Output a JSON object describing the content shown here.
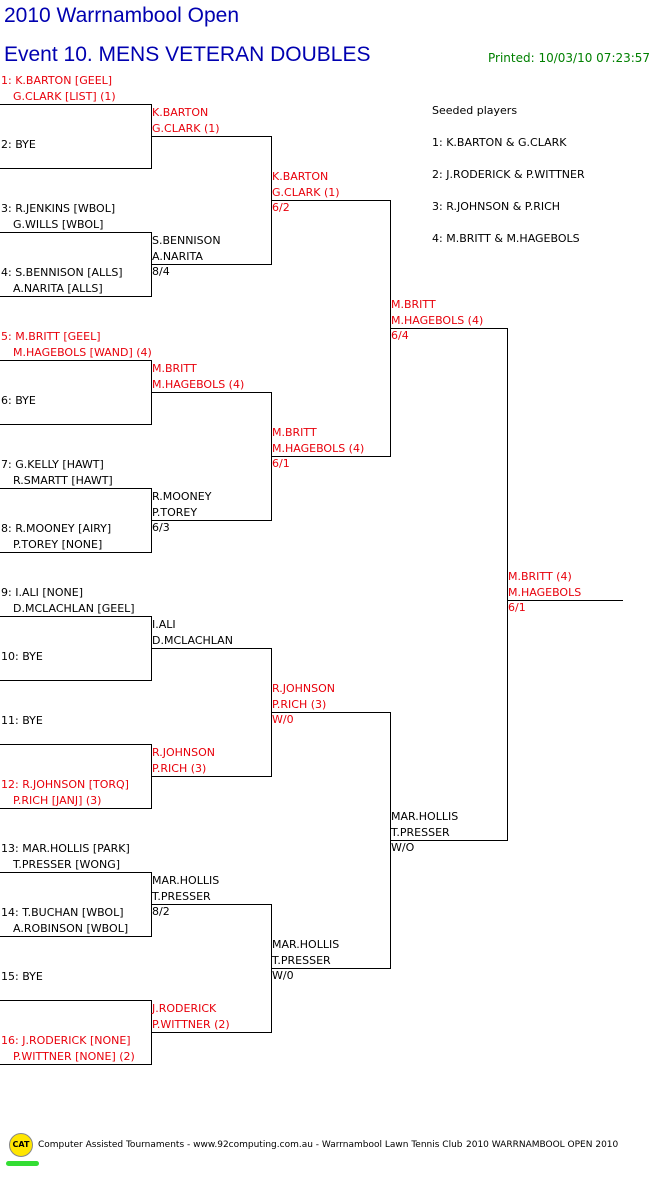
{
  "header": {
    "title": "2010 Warrnambool Open",
    "event": "Event 10. MENS VETERAN DOUBLES",
    "printed": "Printed: 10/03/10 07:23:57"
  },
  "seeds": {
    "heading": "Seeded players",
    "list": [
      "1: K.BARTON & G.CLARK",
      "2: J.RODERICK & P.WITTNER",
      "3: R.JOHNSON & P.RICH",
      "4: M.BRITT & M.HAGEBOLS"
    ]
  },
  "round1": [
    {
      "l1": "1: K.BARTON [GEEL]",
      "l2": "G.CLARK [LIST] (1)",
      "seeded": true
    },
    {
      "l1": "2: BYE",
      "l2": "",
      "seeded": false
    },
    {
      "l1": "3: R.JENKINS [WBOL]",
      "l2": "G.WILLS [WBOL]",
      "seeded": false
    },
    {
      "l1": "4: S.BENNISON [ALLS]",
      "l2": "A.NARITA [ALLS]",
      "seeded": false
    },
    {
      "l1": "5: M.BRITT [GEEL]",
      "l2": "M.HAGEBOLS [WAND] (4)",
      "seeded": true
    },
    {
      "l1": "6: BYE",
      "l2": "",
      "seeded": false
    },
    {
      "l1": "7: G.KELLY [HAWT]",
      "l2": "R.SMARTT [HAWT]",
      "seeded": false
    },
    {
      "l1": "8: R.MOONEY [AIRY]",
      "l2": "P.TOREY [NONE]",
      "seeded": false
    },
    {
      "l1": "9: I.ALI [NONE]",
      "l2": "D.MCLACHLAN [GEEL]",
      "seeded": false
    },
    {
      "l1": "10: BYE",
      "l2": "",
      "seeded": false
    },
    {
      "l1": "11: BYE",
      "l2": "",
      "seeded": false
    },
    {
      "l1": "12: R.JOHNSON [TORQ]",
      "l2": "P.RICH [JANJ] (3)",
      "seeded": true
    },
    {
      "l1": "13: MAR.HOLLIS [PARK]",
      "l2": "T.PRESSER [WONG]",
      "seeded": false
    },
    {
      "l1": "14: T.BUCHAN [WBOL]",
      "l2": "A.ROBINSON [WBOL]",
      "seeded": false
    },
    {
      "l1": "15: BYE",
      "l2": "",
      "seeded": false
    },
    {
      "l1": "16: J.RODERICK [NONE]",
      "l2": "P.WITTNER [NONE] (2)",
      "seeded": true
    }
  ],
  "round2": [
    {
      "l1": "K.BARTON",
      "l2": "G.CLARK (1)",
      "score": "",
      "seeded": true
    },
    {
      "l1": "S.BENNISON",
      "l2": "A.NARITA",
      "score": "8/4",
      "seeded": false
    },
    {
      "l1": "M.BRITT",
      "l2": "M.HAGEBOLS (4)",
      "score": "",
      "seeded": true
    },
    {
      "l1": "R.MOONEY",
      "l2": "P.TOREY",
      "score": "6/3",
      "seeded": false
    },
    {
      "l1": "I.ALI",
      "l2": "D.MCLACHLAN",
      "score": "",
      "seeded": false
    },
    {
      "l1": "R.JOHNSON",
      "l2": "P.RICH (3)",
      "score": "",
      "seeded": true
    },
    {
      "l1": "MAR.HOLLIS",
      "l2": "T.PRESSER",
      "score": "8/2",
      "seeded": false
    },
    {
      "l1": "J.RODERICK",
      "l2": "P.WITTNER (2)",
      "score": "",
      "seeded": true
    }
  ],
  "round3": [
    {
      "l1": "K.BARTON",
      "l2": "G.CLARK (1)",
      "score": "6/2",
      "seeded": true
    },
    {
      "l1": "M.BRITT",
      "l2": "M.HAGEBOLS (4)",
      "score": "6/1",
      "seeded": true
    },
    {
      "l1": "R.JOHNSON",
      "l2": "P.RICH (3)",
      "score": "W/0",
      "seeded": true
    },
    {
      "l1": "MAR.HOLLIS",
      "l2": "T.PRESSER",
      "score": "W/0",
      "seeded": false
    }
  ],
  "round4": [
    {
      "l1": "M.BRITT",
      "l2": "M.HAGEBOLS (4)",
      "score": "6/4",
      "seeded": true
    },
    {
      "l1": "MAR.HOLLIS",
      "l2": "T.PRESSER",
      "score": "W/O",
      "seeded": false
    }
  ],
  "final": {
    "l1": "M.BRITT (4)",
    "l2": "M.HAGEBOLS",
    "score": "6/1",
    "seeded": true
  },
  "footer": {
    "logo": "CAT",
    "credit": "Computer Assisted Tournaments - www.92computing.com.au -  Warrnambool Lawn Tennis Club",
    "event_name": "2010 WARRNAMBOOL OPEN 2010"
  },
  "colors": {
    "seeded": "#e8000b",
    "title": "#0000b0",
    "printed": "#008000",
    "logo": "#ffe600"
  }
}
